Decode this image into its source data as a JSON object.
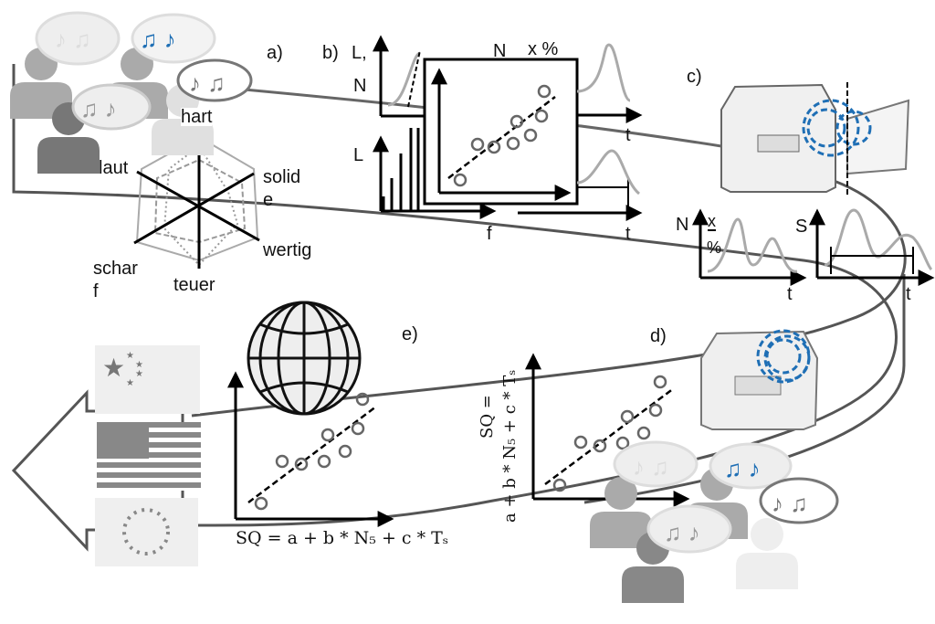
{
  "panels": {
    "a": {
      "label": "a)",
      "radar_axes": [
        "hart",
        "solid\ne",
        "wertig",
        "teuer",
        "schar\nf",
        "laut"
      ]
    },
    "b": {
      "label": "b)",
      "axis_LN_1": "L,",
      "axis_LN_2": "N",
      "axis_L": "L",
      "axis_f": "f",
      "axis_N": "N",
      "axis_xpct": "x %",
      "axis_t1": "t",
      "axis_t2": "t"
    },
    "c": {
      "label": "c)",
      "axis_N": "N",
      "axis_x": "x",
      "axis_pct": "%",
      "axis_t1": "t",
      "axis_S": "S",
      "axis_t2": "t"
    },
    "d": {
      "label": "d)",
      "formula_line1": "SQ =",
      "formula_line2": "a + b * N₅ + c * Tₛ"
    },
    "e": {
      "label": "e)",
      "formula": "SQ = a + b * N₅ + c * Tₛ"
    }
  },
  "icons": [
    "people-group-icon",
    "music-note-bubble-icon",
    "car-front-icon",
    "car-door-open-icon",
    "globe-icon",
    "flag-china-icon",
    "flag-usa-icon",
    "flag-eu-icon",
    "arrow-left-icon"
  ],
  "colors": {
    "accent_blue": "#1f6fb5",
    "gray": "#9a9a9a",
    "dark": "#111111"
  }
}
